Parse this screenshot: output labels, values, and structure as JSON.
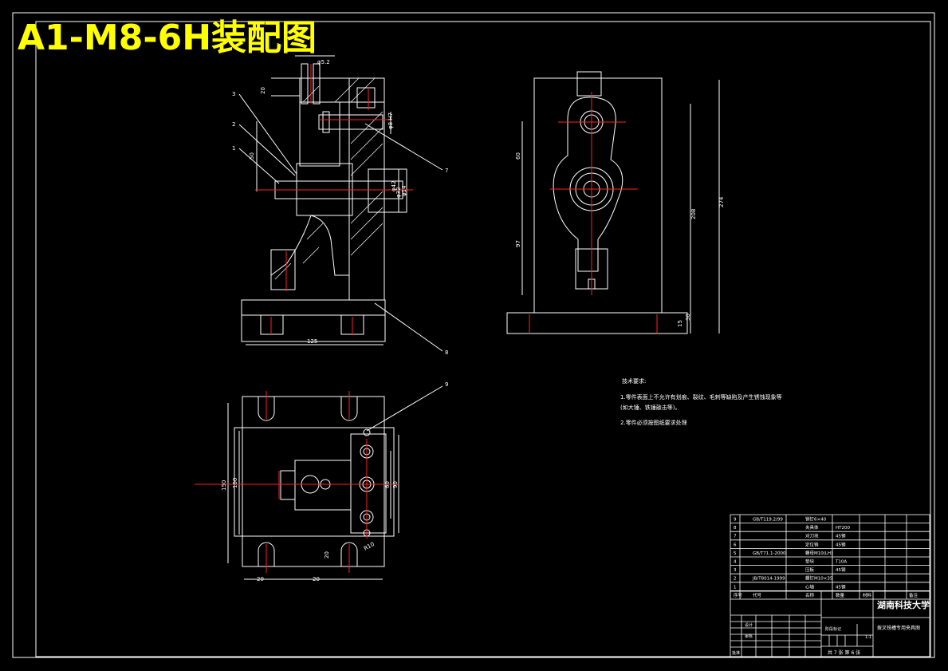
{
  "drawing": {
    "title": "A1-M8-6H装配图",
    "colors": {
      "background": "#000000",
      "line": "#ffffff",
      "center_line": "#ff2020",
      "title": "#ffff00"
    }
  },
  "front_view": {
    "dims": {
      "top": "20",
      "left_50": "50",
      "phi42": "φ42",
      "phi32": "φ32",
      "phi14": "φ14",
      "bottom": "125",
      "right_small": "φ8 H7",
      "small_top": "φ5.2"
    },
    "balloons": [
      "1",
      "2",
      "3",
      "7",
      "8"
    ]
  },
  "side_view": {
    "dims": {
      "d60": "60",
      "d97": "97",
      "d208": "208",
      "d274": "274",
      "d30": "30",
      "d15": "15"
    }
  },
  "top_view": {
    "dims": {
      "left_outer": "150",
      "left_inner": "100",
      "right_inner": "60",
      "right_outer": "90",
      "bottom_left": "20",
      "bottom_mid": "20",
      "radius": "R10",
      "slot": "20"
    },
    "balloon": "9"
  },
  "tech_requirements": {
    "heading": "技术要求:",
    "items": [
      "1.零件表面上不允许有划痕、裂纹、毛刺等缺陷及产生锈蚀现象等",
      "(如大锤、铁锤敲击等)。",
      "2.零件必须按图纸要求处理"
    ]
  },
  "parts_list": {
    "rows": [
      [
        "9",
        "GB/T119.2/99",
        "销钉6×40",
        "",
        "",
        ""
      ],
      [
        "8",
        "",
        "夹具体",
        "HT200",
        "",
        ""
      ],
      [
        "7",
        "",
        "对刀块",
        "45钢",
        "",
        ""
      ],
      [
        "6",
        "",
        "定位销",
        "45钢",
        "",
        ""
      ],
      [
        "5",
        "GB/T71.1-2000",
        "螺母M10(LH)",
        "",
        "",
        ""
      ],
      [
        "4",
        "",
        "垫块",
        "T10A",
        "",
        ""
      ],
      [
        "3",
        "",
        "压板",
        "45钢",
        "",
        ""
      ],
      [
        "2",
        "JB/T8014-1999",
        "螺钉M10×35",
        "",
        "",
        ""
      ],
      [
        "1",
        "",
        "心轴",
        "45钢",
        "",
        ""
      ]
    ],
    "header": [
      "序号",
      "代号",
      "名称",
      "数量",
      "材料",
      "备注"
    ]
  },
  "title_block": {
    "university": "湖南科技大学",
    "drawing_name": "拨叉铣槽专用夹具图",
    "scale": "1:1",
    "sheet": "共 7 张  第 6 张",
    "label_designer": "设计",
    "label_checker": "审核",
    "label_approval": "批准",
    "label_stage": "阶段标记"
  }
}
